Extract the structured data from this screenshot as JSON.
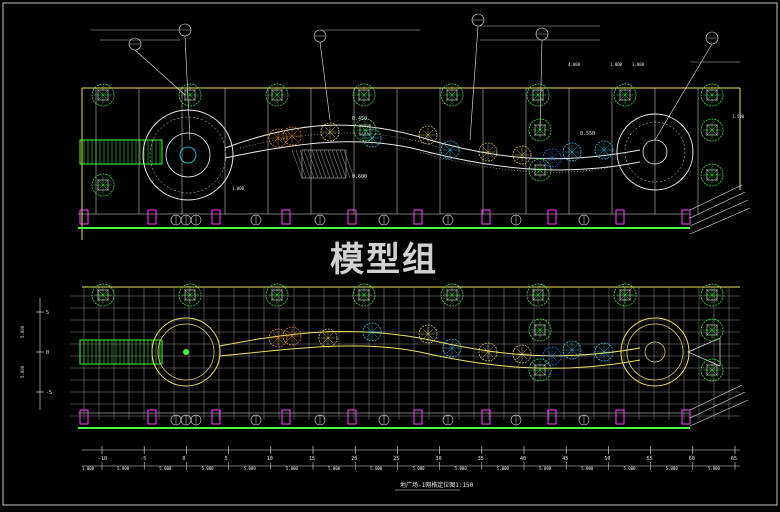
{
  "colors": {
    "background": "#000000",
    "border": "#c8c8c8",
    "line_yellow": "#f0e060",
    "line_white": "#e8e8e8",
    "line_cyan": "#30d8ff",
    "line_green": "#40ff40",
    "line_magenta": "#ff40ff",
    "line_orange": "#ff8c20",
    "line_blue": "#3080ff",
    "line_red": "#ff3030",
    "grid_gray": "#8a8a8a"
  },
  "watermark": "模型组",
  "drawing_title": "地广场-1网格定位图1:150",
  "plan_labels": {
    "elev_1": "0.600",
    "elev_2": "0.450",
    "elev_3": "0.550",
    "dim_1": "4.000",
    "dim_2": "3.000",
    "dim_3": "1.000",
    "dim_4": "1.500",
    "dim_5": "1.800"
  },
  "grid_ticks_x": [
    "-10",
    "-5",
    "0",
    "5",
    "10",
    "15",
    "20",
    "25",
    "30",
    "35",
    "40",
    "45",
    "50",
    "55",
    "60",
    "65"
  ],
  "grid_ticks_y": [
    "5",
    "0",
    "-5"
  ],
  "bottom_dims": [
    "1.000",
    "5.000",
    "5.000",
    "5.000",
    "5.000",
    "5.000",
    "5.000",
    "5.000",
    "5.000",
    "5.000",
    "5.000",
    "5.000",
    "5.000",
    "5.000",
    "5.000",
    "5.000"
  ],
  "left_dims": [
    "5.000",
    "5.000"
  ],
  "icons": [
    "tree-symbol-icon",
    "north-marker-icon",
    "planter-icon",
    "callout-circle-icon"
  ]
}
